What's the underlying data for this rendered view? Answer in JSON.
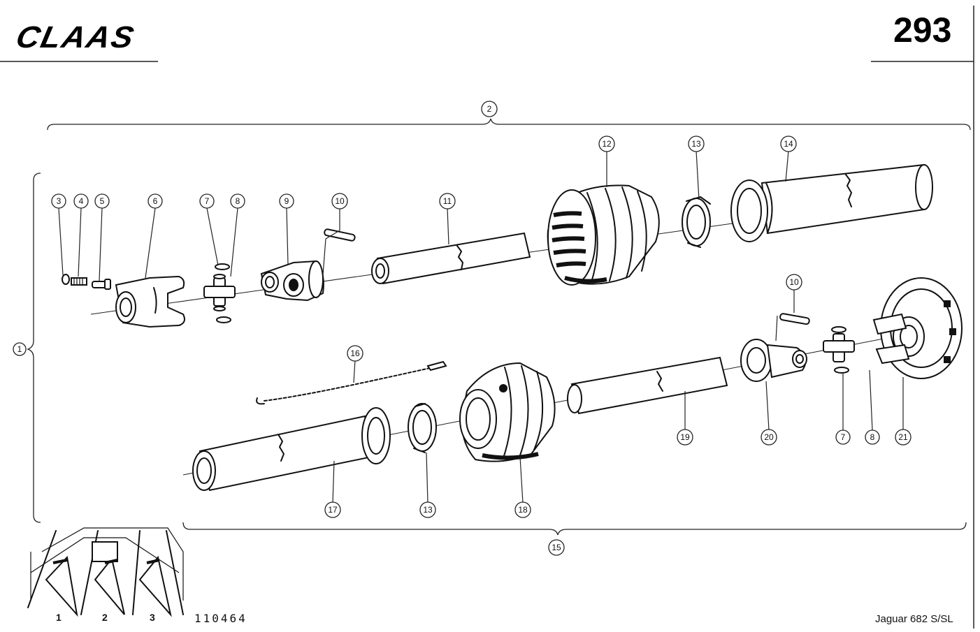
{
  "header": {
    "brand": "CLAAS",
    "page_number": "293"
  },
  "footer": {
    "drawing_number": "110464",
    "model": "Jaguar 682 S/SL",
    "header_rows": [
      "1",
      "2",
      "3"
    ]
  },
  "callouts": {
    "c1": "1",
    "c2": "2",
    "c3": "3",
    "c4": "4",
    "c5": "5",
    "c6": "6",
    "c7a": "7",
    "c8a": "8",
    "c9": "9",
    "c10a": "10",
    "c11": "11",
    "c12": "12",
    "c13a": "13",
    "c14": "14",
    "c15": "15",
    "c16": "16",
    "c17": "17",
    "c13b": "13",
    "c18": "18",
    "c19": "19",
    "c20": "20",
    "c10b": "10",
    "c7b": "7",
    "c8b": "8",
    "c21": "21"
  }
}
